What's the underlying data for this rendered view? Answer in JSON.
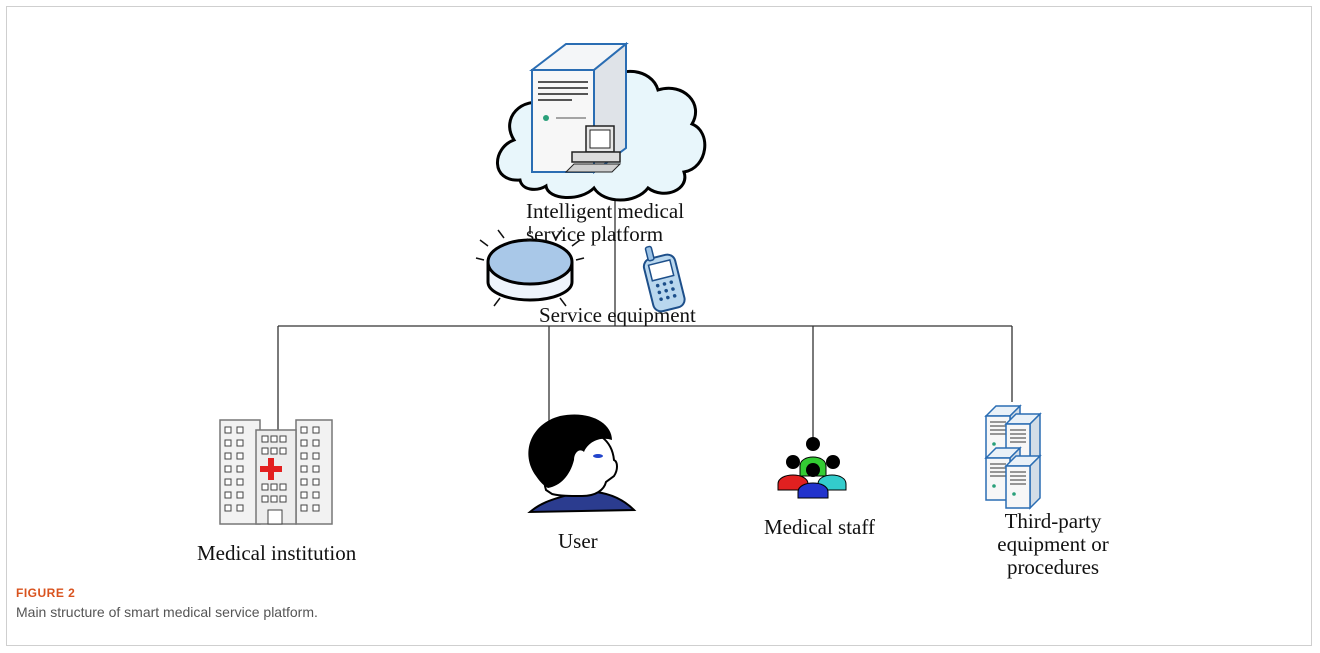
{
  "diagram": {
    "platform_label": "Intelligent medical service platform",
    "service_label": "Service equipment",
    "nodes": {
      "institution": "Medical institution",
      "user": "User",
      "staff": "Medical staff",
      "thirdparty": "Third-party equipment or procedures"
    }
  },
  "figure": {
    "number": "FIGURE 2",
    "caption": "Main structure of smart medical service platform."
  },
  "colors": {
    "line": "#333333",
    "caption_accent": "#d9531e",
    "cloud": "#e8f6fb",
    "server_outline": "#2a6db3",
    "red_cross": "#e32020"
  }
}
